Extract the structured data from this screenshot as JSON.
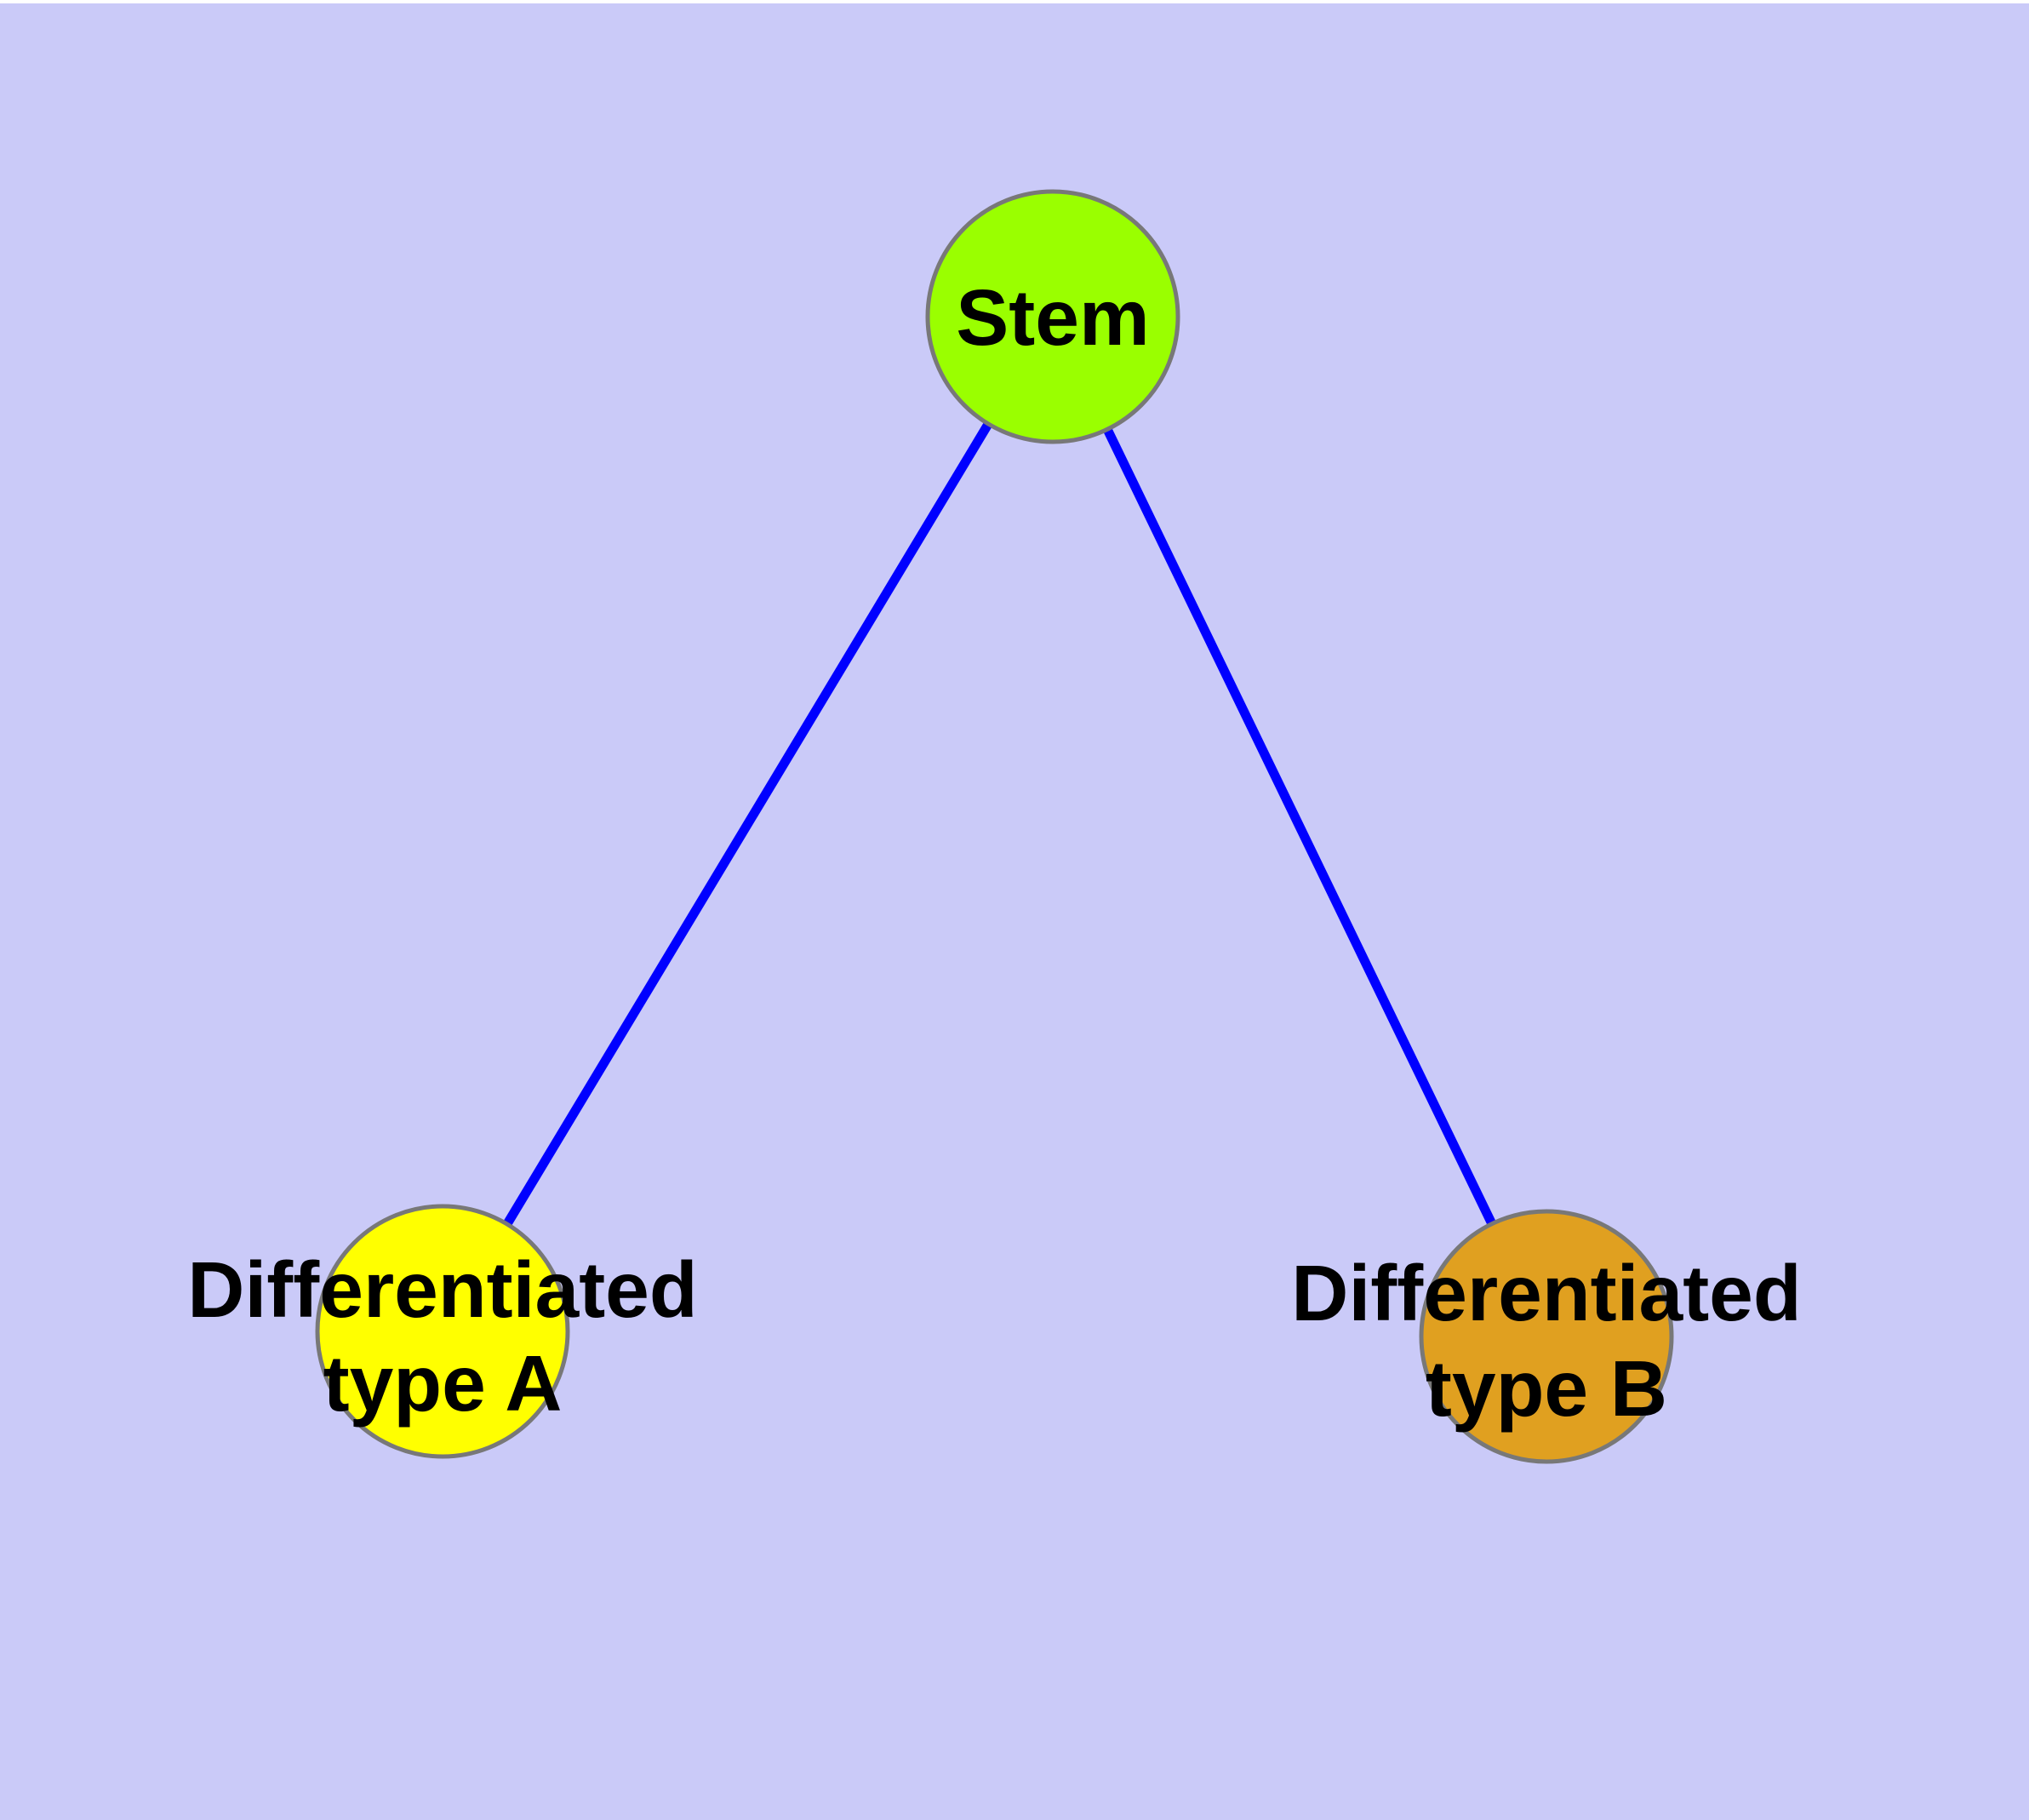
{
  "diagram": {
    "background_color": "#CACAF8",
    "edge_color": "#0000FF",
    "node_border_color": "#787878",
    "label_color": "#000000",
    "nodes": [
      {
        "id": "stem",
        "label_lines": [
          "Stem"
        ],
        "fill_color": "#9AFF00"
      },
      {
        "id": "differentiated-type-a",
        "label_lines": [
          "Differentiated",
          "type A"
        ],
        "fill_color": "#FFFF00"
      },
      {
        "id": "differentiated-type-b",
        "label_lines": [
          "Differentiated",
          "type B"
        ],
        "fill_color": "#E0A020"
      }
    ],
    "edges": [
      {
        "from": "stem",
        "to": "differentiated-type-a"
      },
      {
        "from": "stem",
        "to": "differentiated-type-b"
      }
    ]
  }
}
